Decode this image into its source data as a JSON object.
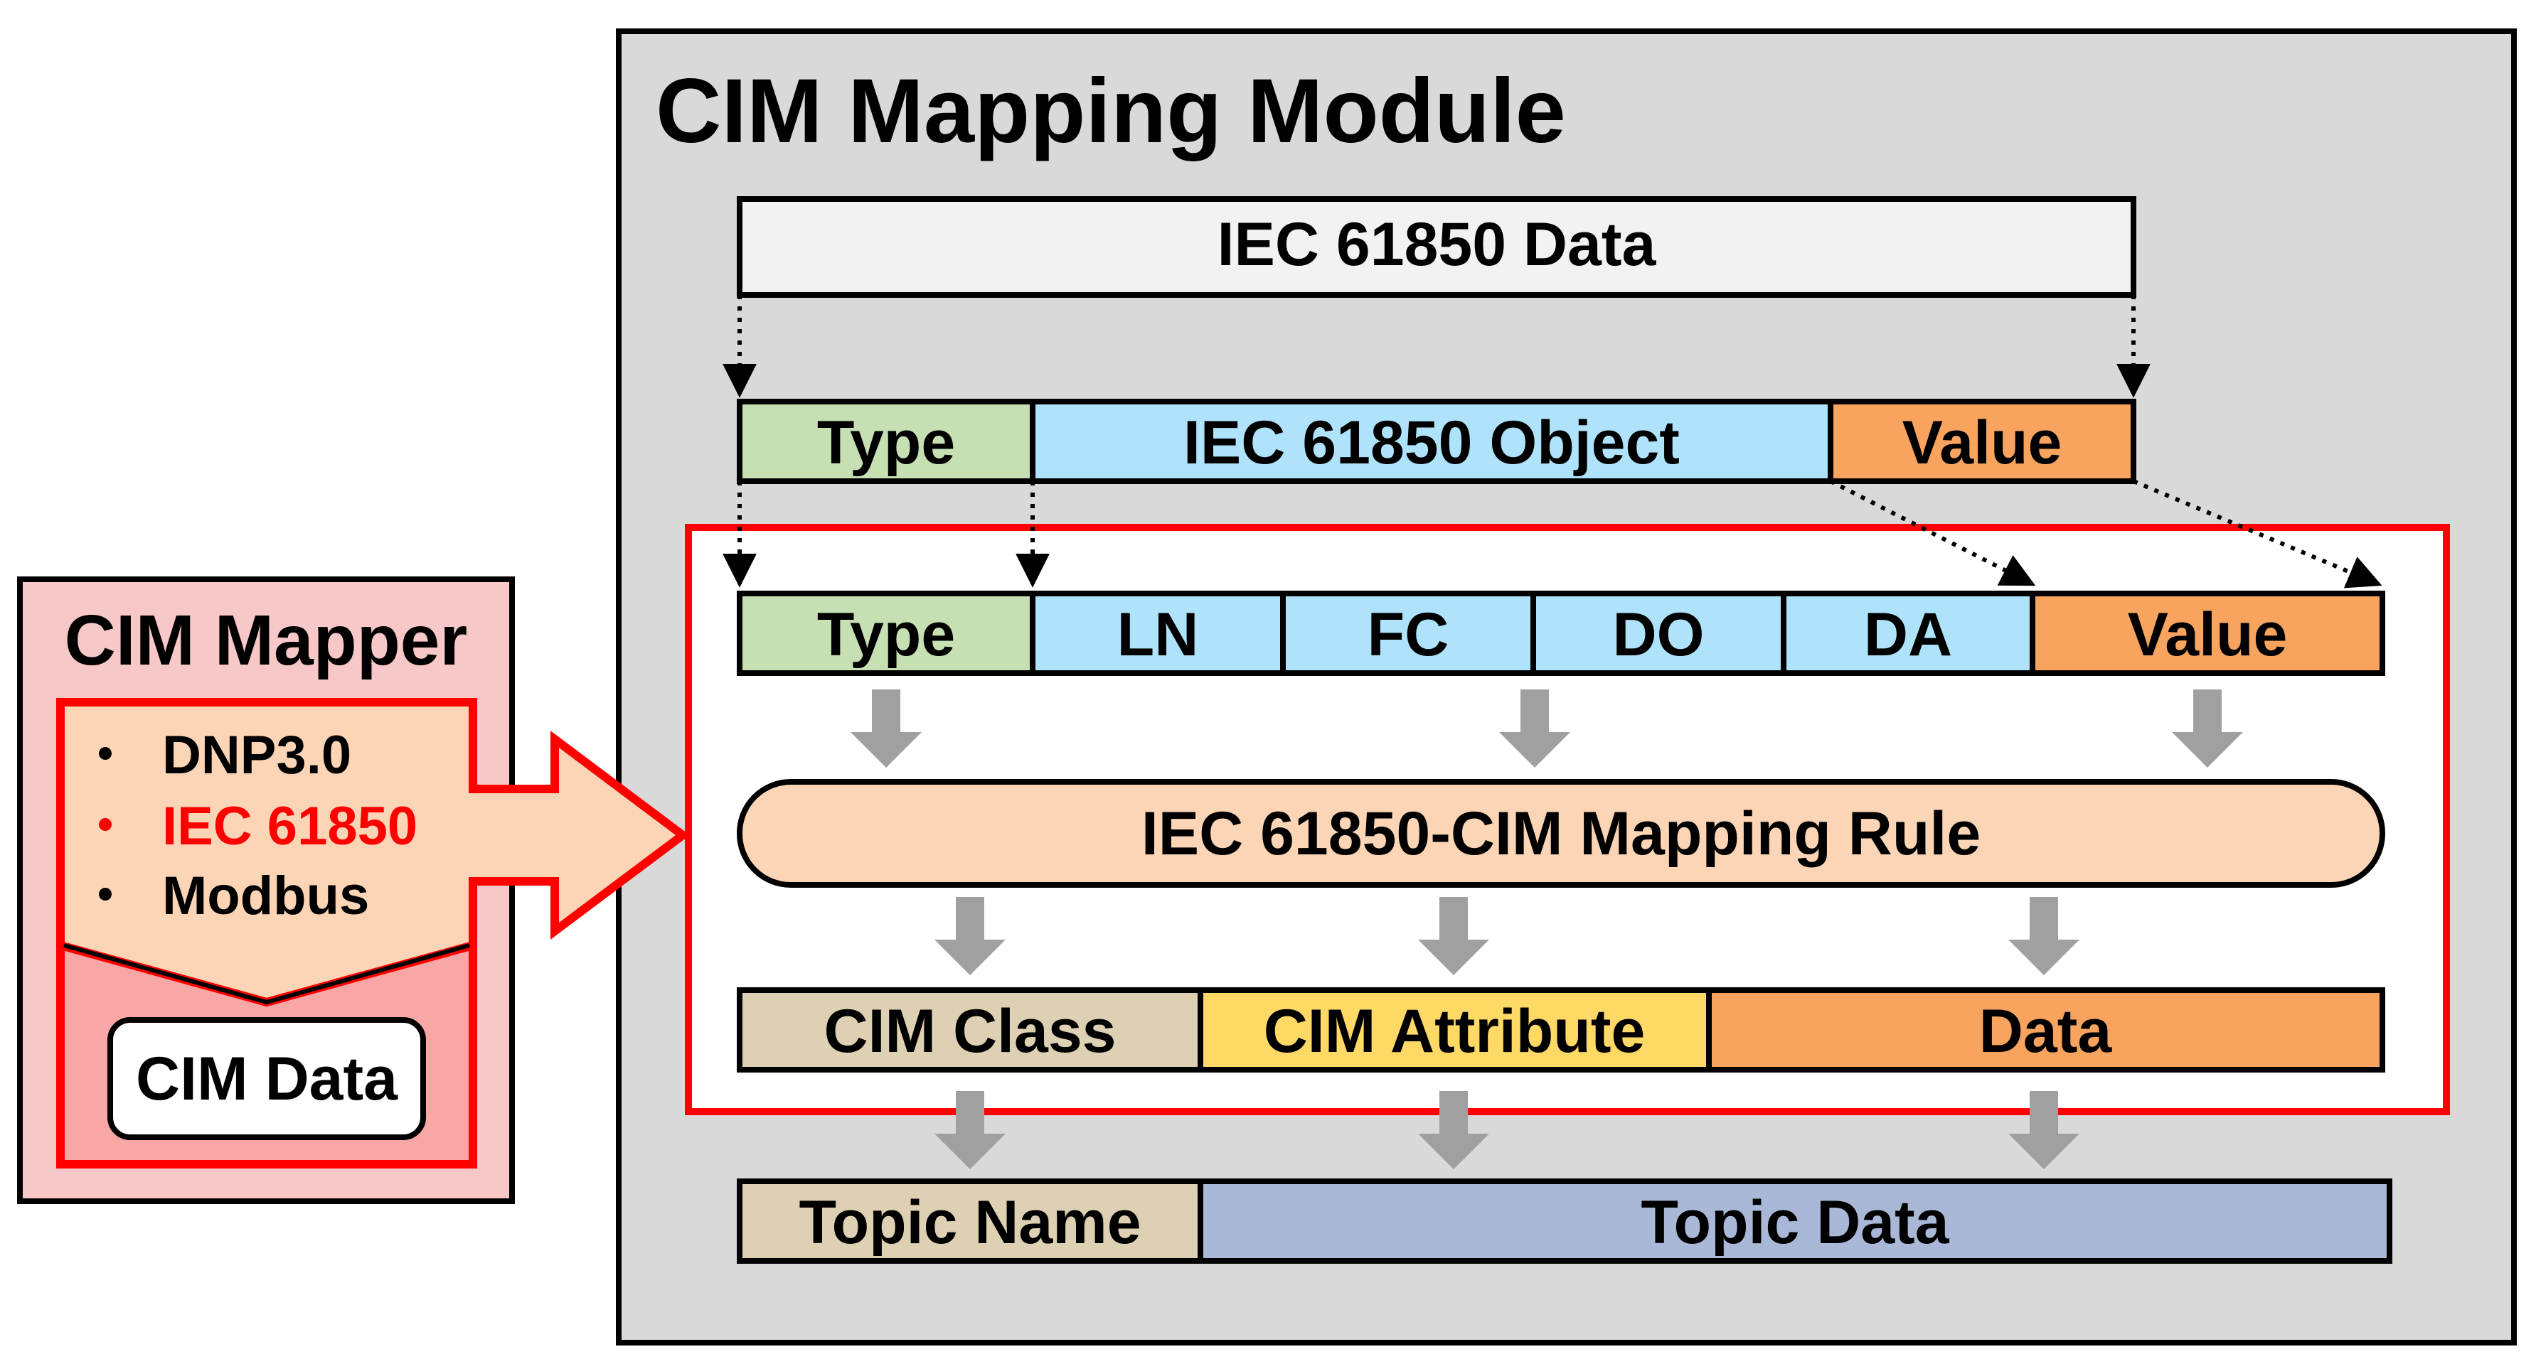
{
  "module": {
    "title": "CIM Mapping Module"
  },
  "mapper": {
    "title": "CIM Mapper",
    "protocols": [
      {
        "label": "DNP3.0",
        "highlighted": false
      },
      {
        "label": "IEC 61850",
        "highlighted": true
      },
      {
        "label": "Modbus",
        "highlighted": false
      }
    ],
    "output_label": "CIM Data"
  },
  "iec_data": {
    "label": "IEC 61850 Data"
  },
  "row_object": {
    "type": "Type",
    "object": "IEC 61850 Object",
    "value": "Value"
  },
  "row_fields": {
    "type": "Type",
    "ln": "LN",
    "fc": "FC",
    "do": "DO",
    "da": "DA",
    "value": "Value"
  },
  "mapping_rule": {
    "label": "IEC 61850-CIM Mapping Rule"
  },
  "row_cim": {
    "class": "CIM Class",
    "attribute": "CIM Attribute",
    "data": "Data"
  },
  "row_topic": {
    "name": "Topic Name",
    "data": "Topic Data"
  },
  "colors": {
    "module_bg": "#d9d9d9",
    "mapper_bg": "#f8c8c8",
    "highlight_red": "#ff0000",
    "type_green": "#c6e0b4",
    "object_blue": "#aee3fb",
    "value_orange": "#f8a45e",
    "rule_peach": "#fbd5b5",
    "cim_class_tan": "#ded0b2",
    "cim_attribute_yellow": "#ffd966",
    "topic_data_blue": "#aab8d8",
    "arrow_gray": "#a0a0a0"
  }
}
